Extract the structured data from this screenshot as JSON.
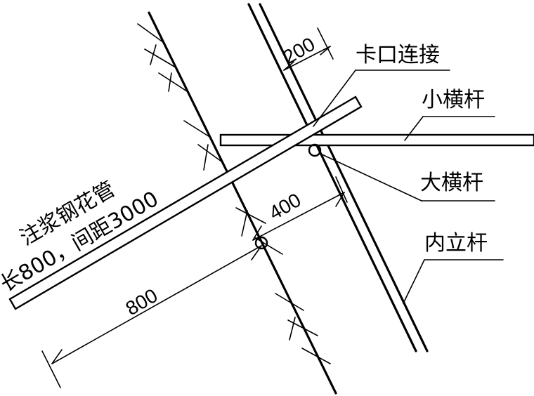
{
  "labels": {
    "clip_connection": "卡口连接",
    "small_crossbar": "小横杆",
    "large_crossbar": "大横杆",
    "inner_pole": "内立杆",
    "grout_pipe_line1": "注浆钢花管",
    "grout_pipe_line2": "长800，间距3000"
  },
  "dimensions": {
    "clip_width": "200",
    "pipe_to_pole": "400",
    "pipe_length": "800"
  },
  "colors": {
    "line": "#000000",
    "background": "#ffffff"
  }
}
